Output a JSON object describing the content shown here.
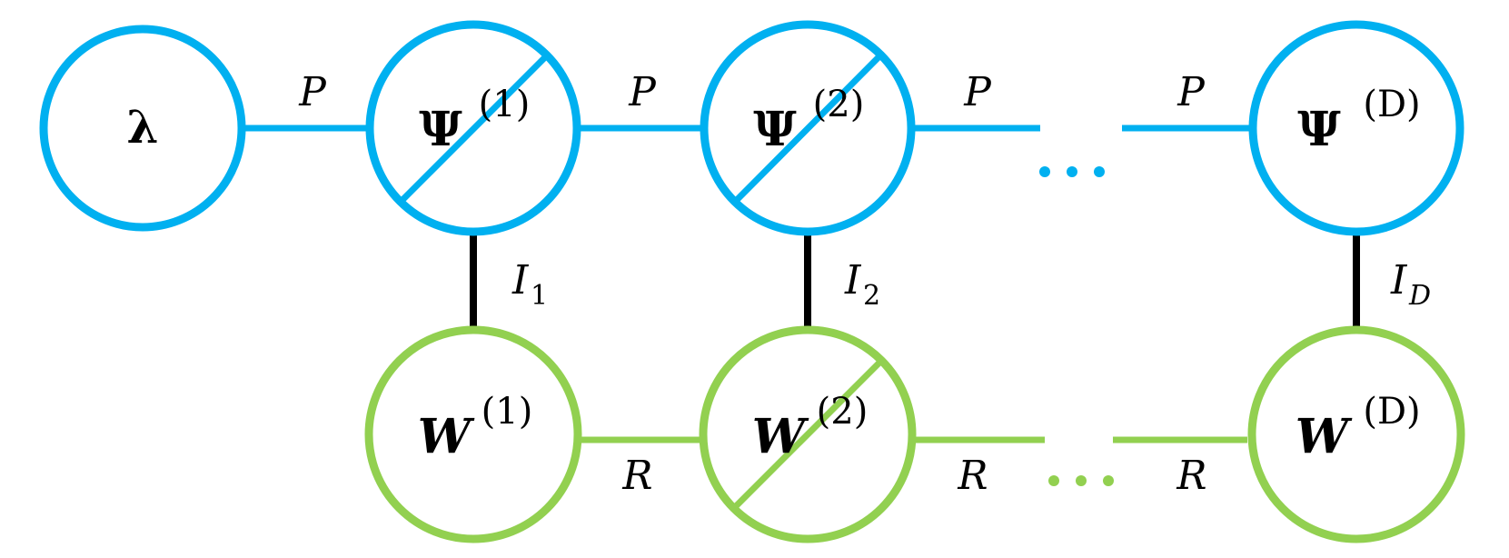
{
  "nodes": {
    "lambda": {
      "symbol": "λ"
    },
    "psi1": {
      "symbol": "Ψ",
      "sup": "(1)"
    },
    "psi2": {
      "symbol": "Ψ",
      "sup": "(2)"
    },
    "psiD": {
      "symbol": "Ψ",
      "sup": "(D)"
    },
    "w1": {
      "symbol": "W",
      "sup": "(1)"
    },
    "w2": {
      "symbol": "W",
      "sup": "(2)"
    },
    "wD": {
      "symbol": "W",
      "sup": "(D)"
    }
  },
  "edges": {
    "p1": "P",
    "p2": "P",
    "p3": "P",
    "p4": "P",
    "i1": {
      "base": "I",
      "sub": "1"
    },
    "i2": {
      "base": "I",
      "sub": "2"
    },
    "iD": {
      "base": "I",
      "sub": "D"
    },
    "r1": "R",
    "r2": "R",
    "r3": "R"
  },
  "ellipsis": "…",
  "colors": {
    "blue": "#00b0f0",
    "green": "#92d050",
    "black": "#000000"
  }
}
